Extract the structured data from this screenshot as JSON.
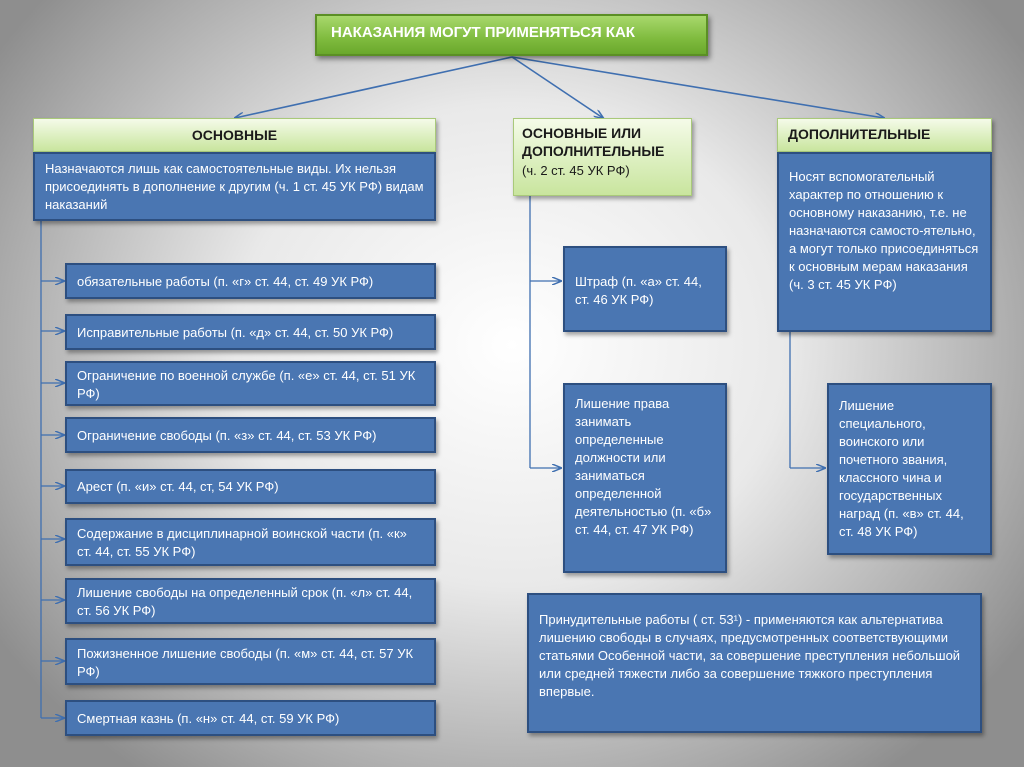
{
  "title": "НАКАЗАНИЯ МОГУТ ПРИМЕНЯТЬСЯ КАК",
  "columns": {
    "main": {
      "header": "ОСНОВНЫЕ",
      "description": "Назначаются лишь как самостоятельные виды. Их нельзя присоединять в дополнение к другим (ч. 1 ст. 45 УК РФ) видам наказаний",
      "items": [
        "обязательные работы (п. «г» ст. 44, ст. 49 УК РФ)",
        "Исправительные работы (п. «д» ст. 44, ст. 50 УК РФ)",
        "Ограничение по военной службе (п. «е» ст. 44, ст. 51 УК РФ)",
        "Ограничение свободы (п. «з» ст. 44, ст. 53 УК РФ)",
        "Арест (п. «и» ст. 44, ст, 54 УК РФ)",
        "Содержание в дисциплинарной воинской части (п. «к» ст. 44, ст. 55 УК РФ)",
        "Лишение свободы на определенный срок (п. «л» ст. 44, ст. 56 УК РФ)",
        "Пожизненное лишение свободы (п. «м» ст. 44, ст. 57 УК РФ)",
        "Смертная казнь (п. «н» ст. 44, ст. 59 УК РФ)"
      ]
    },
    "main_or_additional": {
      "header_line1": "ОСНОВНЫЕ ИЛИ ДОПОЛНИТЕЛЬНЫЕ",
      "header_line2": "(ч. 2 ст. 45 УК РФ)",
      "items": [
        "Штраф (п. «а» ст. 44, ст. 46 УК РФ)",
        "Лишение права занимать определенные должности или заниматься определенной деятельностью (п. «б» ст. 44, ст. 47 УК РФ)"
      ]
    },
    "additional": {
      "header": "ДОПОЛНИТЕЛЬНЫЕ",
      "description": "Носят вспомогательный характер по отношению к основному наказанию, т.е. не назначаются самосто-ятельно, а могут только присоединяться к основным мерам наказания (ч. 3 ст. 45 УК РФ)",
      "items": [
        "Лишение специального, воинского или почетного звания, классного чина и государственных наград (п. «в» ст. 44, ст. 48 УК РФ)"
      ]
    }
  },
  "note": "Принудительные работы  ( ст. 53¹)  - применяются как альтернатива лишению свободы  в случаях, предусмотренных соответствующими статьями Особенной части, за совершение преступления небольшой или средней тяжести  либо за совершение тяжкого преступления впервые.",
  "colors": {
    "box_blue": "#4a76b2",
    "box_border": "#2d4f80",
    "title_green": "#7fbb3e",
    "header_green": "#dcefbf",
    "arrow": "#3f6fb0"
  }
}
